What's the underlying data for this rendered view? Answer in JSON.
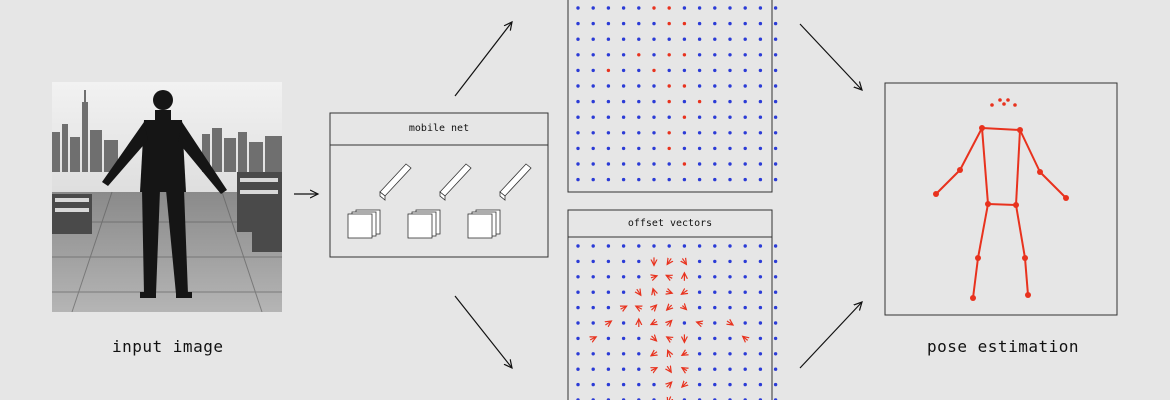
{
  "captions": {
    "input": "input image",
    "pose": "pose estimation"
  },
  "boxes": {
    "mobilenet": "mobile net",
    "offsets": "offset vectors"
  },
  "colors": {
    "background": "#e6e6e6",
    "grid_dot": "#2b3bd6",
    "highlight": "#e8321e",
    "line": "#111111"
  },
  "icons": {
    "arrow": "arrow-icon",
    "layer_cube": "cube-icon",
    "layer_bar": "bar-icon"
  }
}
